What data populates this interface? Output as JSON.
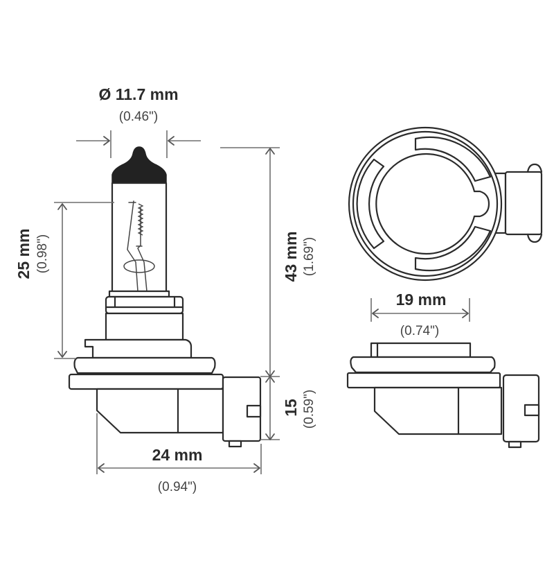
{
  "diagram": {
    "subject": "halogen bulb dimension drawing",
    "colors": {
      "line": "#2b2b2b",
      "dimension_line": "#6e6e6e",
      "background": "#ffffff",
      "tip_fill": "#222222"
    },
    "side_view": {
      "glass_diameter": {
        "mm": "Ø 11.7 mm",
        "inch": "(0.46\")"
      },
      "light_center_height": {
        "mm": "25 mm",
        "inch": "(0.98\")"
      },
      "overall_height": {
        "mm": "43 mm",
        "inch": "(1.69\")"
      },
      "base_height": {
        "mm": "15",
        "inch": "(0.59\")"
      },
      "base_width": {
        "mm": "24 mm",
        "inch": "(0.94\")"
      }
    },
    "top_and_front_view": {
      "flange_diameter": {
        "mm": "19 mm",
        "inch": "(0.74\")"
      }
    }
  }
}
